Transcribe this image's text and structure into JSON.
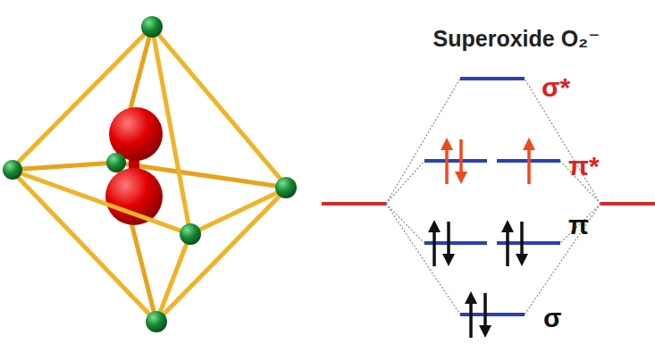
{
  "diagram": {
    "title": "Superoxide O₂⁻",
    "labels": [
      "σ*",
      "π*",
      "π",
      "σ"
    ]
  }
}
